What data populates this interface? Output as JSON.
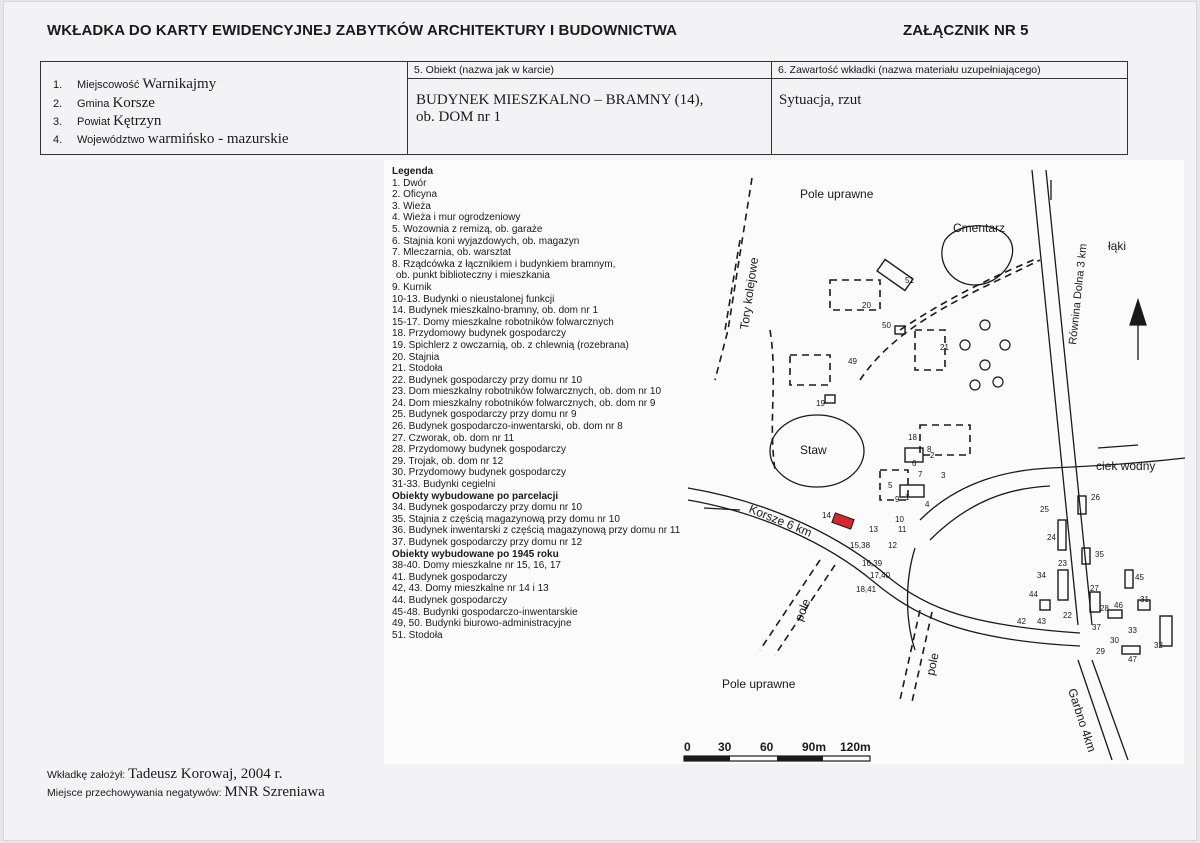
{
  "header": {
    "title": "WKŁADKA DO KARTY EWIDENCYJNEJ ZABYTKÓW ARCHITEKTURY I BUDOWNICTWA",
    "annex": "ZAŁĄCZNIK NR 5"
  },
  "location": {
    "rows": [
      {
        "num": "1.",
        "label": "Miejscowość",
        "value": "Warnikajmy"
      },
      {
        "num": "2.",
        "label": "Gmina",
        "value": "Korsze"
      },
      {
        "num": "3.",
        "label": "Powiat",
        "value": "Kętrzyn"
      },
      {
        "num": "4.",
        "label": "Województwo",
        "value": "warmińsko - mazurskie"
      }
    ]
  },
  "object": {
    "header": "5.    Obiekt (nazwa jak w karcie)",
    "line1": "BUDYNEK  MIESZKALNO – BRAMNY  (14),",
    "line2": "ob. DOM nr 1"
  },
  "contents": {
    "header": "6.    Zawartość wkładki (nazwa materiału uzupełniającego)",
    "value": "Sytuacja, rzut"
  },
  "legend": {
    "title": "Legenda",
    "items": [
      "1. Dwór",
      "2. Oficyna",
      "3. Wieża",
      "4. Wieża i mur ogrodzeniowy",
      "5. Wozownia z remizą, ob. garaże",
      "6. Stajnia koni wyjazdowych, ob. magazyn",
      "7. Mleczarnia, ob. warsztat",
      "8. Rządcówka z łącznikiem i budynkiem bramnym,",
      " ob. punkt biblioteczny i mieszkania",
      "9. Kurnik",
      "10-13. Budynki o nieustalonej funkcji",
      "14. Budynek mieszkalno-bramny, ob. dom nr 1",
      "15-17. Domy mieszkalne robotników folwarcznych",
      "18. Przydomowy budynek gospodarczy",
      "19. Spichlerz z owczarnią, ob. z chlewnią (rozebrana)",
      "20. Stajnia",
      "21. Stodoła",
      "22. Budynek gospodarczy przy domu nr 10",
      "23. Dom mieszkalny robotników folwarcznych, ob. dom nr 10",
      "24. Dom mieszkalny robotników folwarcznych, ob. dom nr 9",
      "25. Budynek gospodarczy przy domu nr 9",
      "26. Budynek gospodarczo-inwentarski, ob. dom nr 8",
      "27. Czworak, ob. dom nr 11",
      "28. Przydomowy budynek gospodarczy",
      "29. Trojak, ob. dom nr 12",
      "30. Przydomowy budynek gospodarczy",
      "31-33. Budynki cegielni"
    ],
    "subtitle1": "Obiekty wybudowane po parcelacji",
    "items2": [
      "34. Budynek gospodarczy przy domu nr 10",
      "35. Stajnia z częścią magazynową przy domu nr 10",
      "36. Budynek inwentarski z częścią magazynową przy domu nr 11",
      "37. Budynek gospodarczy przy domu nr 12"
    ],
    "subtitle2": "Obiekty wybudowane po 1945 roku",
    "items3": [
      "38-40. Domy mieszkalne nr 15, 16, 17",
      "41. Budynek gospodarczy",
      "42, 43. Domy mieszkalne nr 14 i 13",
      "44. Budynek gospodarczy",
      "45-48. Budynki gospodarczo-inwentarskie",
      "49, 50. Budynki biurowo-administracyjne",
      "51. Stodoła"
    ]
  },
  "map": {
    "labels": {
      "field_top": "Pole uprawne",
      "field_bottom": "Pole uprawne",
      "cemetery": "Cmentarz",
      "meadows": "łąki",
      "railway": "Tory kolejowe",
      "road_rownina": "Równina Dolna 3 km",
      "pond": "Staw",
      "stream": "ciek wodny",
      "road_korsze": "Korsze 6 km",
      "road_garbno": "Garbno 4km",
      "field_left": "pole",
      "field_mid": "pole"
    },
    "numbers": [
      "51",
      "20",
      "50",
      "21",
      "49",
      "19",
      "18",
      "6",
      "7",
      "8",
      "2",
      "3",
      "1",
      "5",
      "4",
      "9",
      "10",
      "11",
      "12",
      "13",
      "14",
      "15,38",
      "16,39",
      "17,40",
      "18,41",
      "25",
      "26",
      "24",
      "35",
      "23",
      "34",
      "45",
      "44",
      "27",
      "28",
      "31",
      "46",
      "22",
      "42",
      "43",
      "37",
      "30",
      "33",
      "32",
      "29",
      "47"
    ],
    "scale": {
      "labels": [
        "0",
        "30",
        "60",
        "90m",
        "120m"
      ]
    }
  },
  "footer": {
    "author_label": "Wkładkę założył:",
    "author": "Tadeusz Korowaj, 2004 r.",
    "storage_label": "Miejsce przechowywania negatywów:",
    "storage": "MNR Szreniawa"
  },
  "colors": {
    "highlight": "#d7262c",
    "ink": "#1a1a1a",
    "paper": "#f3f3f5"
  }
}
